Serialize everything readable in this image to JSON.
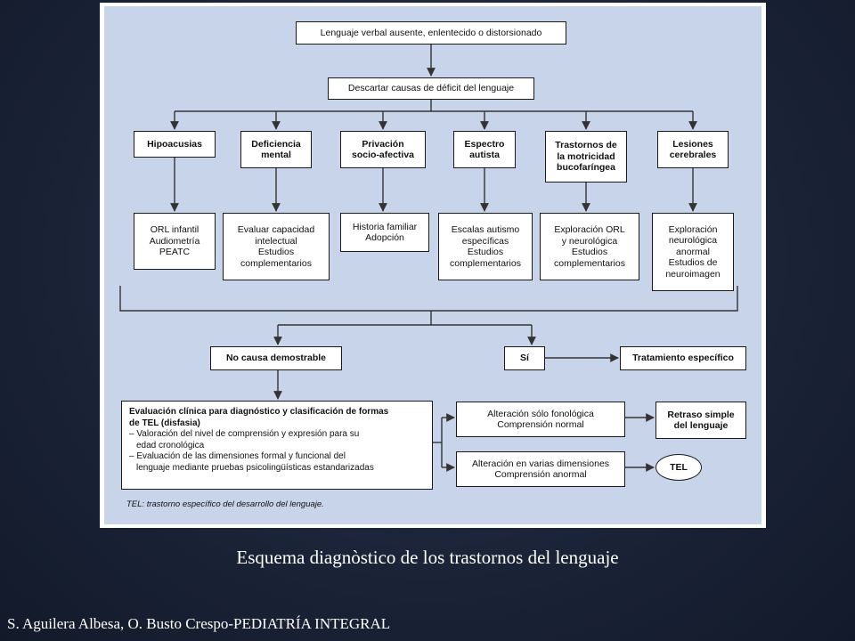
{
  "diagram": {
    "top": "Lenguaje verbal ausente, enlentecido o distorsionado",
    "discard": "Descartar causas de déficit del lenguaje",
    "causes": [
      {
        "title": [
          "Hipoacusias"
        ],
        "detail": [
          "ORL infantil",
          "Audiometría",
          "PEATC"
        ]
      },
      {
        "title": [
          "Deficiencia",
          "mental"
        ],
        "detail": [
          "Evaluar capacidad",
          "intelectual",
          "Estudios",
          "complementarios"
        ]
      },
      {
        "title": [
          "Privación",
          "socio-afectiva"
        ],
        "detail": [
          "Historia familiar",
          "Adopción"
        ]
      },
      {
        "title": [
          "Espectro",
          "autista"
        ],
        "detail": [
          "Escalas autismo",
          "específicas",
          "Estudios",
          "complementarios"
        ]
      },
      {
        "title": [
          "Trastornos de",
          "la motricidad",
          "bucofaríngea"
        ],
        "detail": [
          "Exploración ORL",
          "y neurológica",
          "Estudios",
          "complementarios"
        ]
      },
      {
        "title": [
          "Lesiones",
          "cerebrales"
        ],
        "detail": [
          "Exploración",
          "neurológica",
          "anormal",
          "Estudios de",
          "neuroimagen"
        ]
      }
    ],
    "no_cause": "No causa demostrable",
    "yes": "Sí",
    "specific_treatment": "Tratamiento específico",
    "evaluation": [
      "Evaluación clínica para diagnóstico y clasificación de formas",
      "de TEL (disfasia)",
      "– Valoración del nivel de comprensión y expresión para su",
      "edad cronológica",
      "– Evaluación de las dimensiones formal y funcional del",
      "lenguaje mediante pruebas psicolingüísticas estandarizadas"
    ],
    "phonological": [
      "Alteración sólo fonológica",
      "Comprensión normal"
    ],
    "simple_delay": [
      "Retraso simple",
      "del lenguaje"
    ],
    "multiple": [
      "Alteración en varias dimensiones",
      "Comprensión anormal"
    ],
    "tel": "TEL",
    "footnote": "TEL: trastorno específico del desarrollo del lenguaje."
  },
  "caption": "Esquema diagnòstico de los trastornos del lenguaje",
  "credit": "S. Aguilera Albesa, O. Busto Crespo-PEDIATRÍA INTEGRAL"
}
